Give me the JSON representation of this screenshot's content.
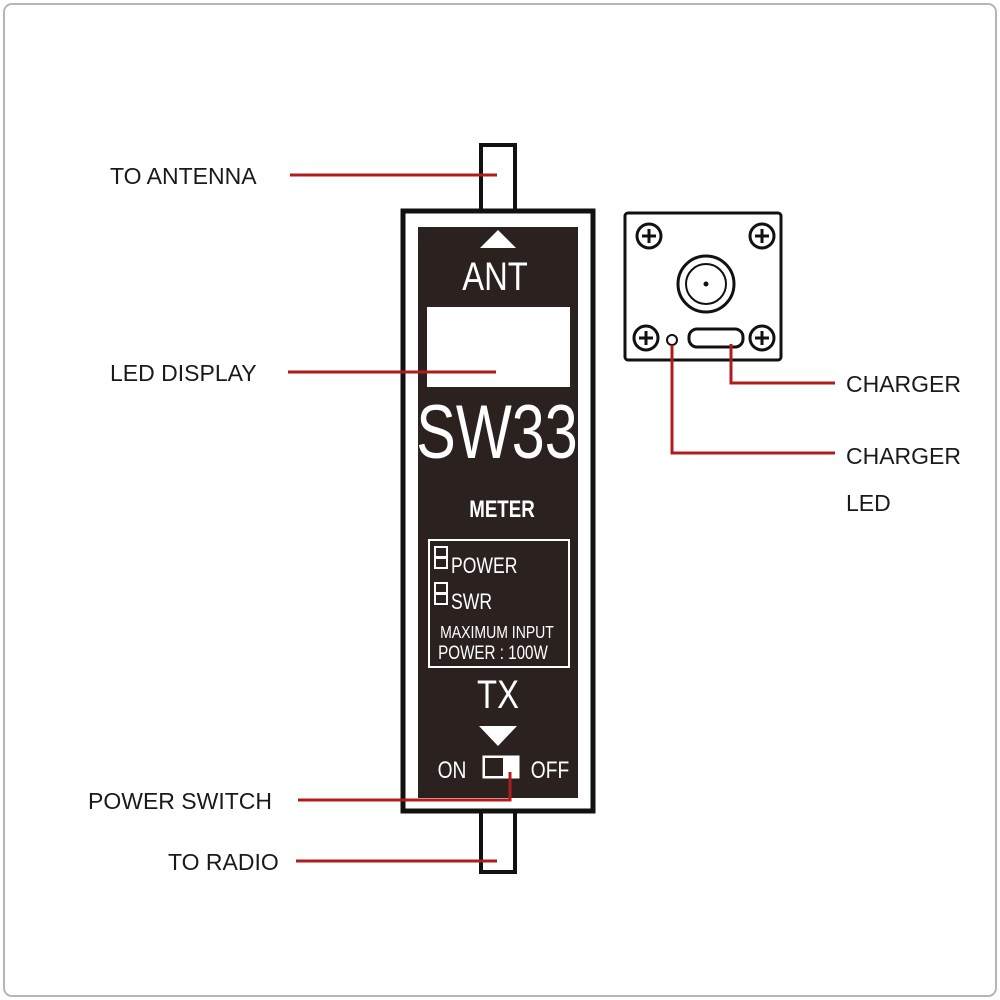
{
  "callouts": {
    "to_antenna": "TO ANTENNA",
    "led_display": "LED DISPLAY",
    "power_switch": "POWER SWITCH",
    "to_radio": "TO RADIO",
    "charger": "CHARGER",
    "charger_led_line1": "CHARGER",
    "charger_led_line2": "LED"
  },
  "device": {
    "ant_label": "ANT",
    "model": "SW33",
    "meter_label": "METER",
    "modes": [
      "POWER",
      "SWR"
    ],
    "max_input_line1": "MAXIMUM INPUT",
    "max_input_line2": "POWER : 100W",
    "tx_label": "TX",
    "switch_on": "ON",
    "switch_off": "OFF"
  },
  "colors": {
    "leader_line": "#b01c1c",
    "panel": "#2b2220",
    "outline": "#111111"
  }
}
